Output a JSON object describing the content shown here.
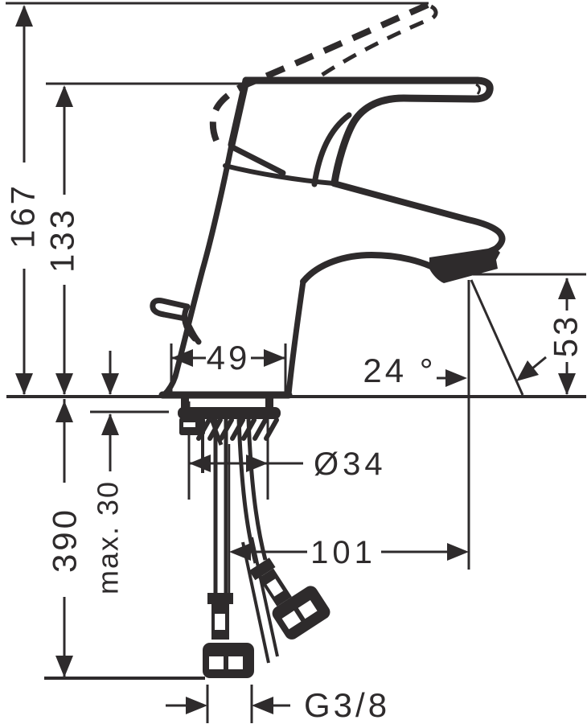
{
  "drawing": {
    "subject": "single-lever basin mixer tap - side elevation technical drawing",
    "line_color": "#2e2b2c",
    "background_color": "#ffffff",
    "units": "mm"
  },
  "dims": {
    "height_total": "167",
    "height_lever": "133",
    "base_width": "49",
    "stream_angle": "24 °",
    "outlet_height": "53",
    "hole_diameter": "Ø34",
    "reach": "101",
    "mount_max": "max. 30",
    "hose_length": "390",
    "thread": "G3/8"
  }
}
